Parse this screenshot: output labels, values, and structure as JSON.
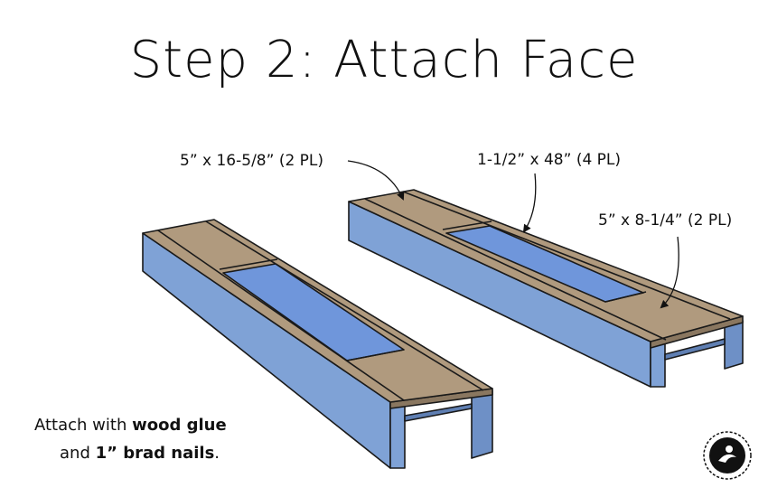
{
  "header": {
    "title": "Step 2: Attach Face"
  },
  "labels": {
    "face_long": "5” x 16-5/8” (2 PL)",
    "strips": "1-1/2” x 48” (4 PL)",
    "face_short": "5” x 8-1/4” (2 PL)"
  },
  "note": {
    "line1_prefix": "Attach with ",
    "line1_bold": "wood glue",
    "line2_prefix": "and ",
    "line2_bold": "1” brad nails",
    "line2_suffix": "."
  },
  "colors": {
    "wood": "#B09A7E",
    "frame_blue": "#7FA2D6",
    "frame_side": "#6E90C6",
    "cavity_blue": "#6F96DB",
    "outline": "#1a1a1a"
  }
}
